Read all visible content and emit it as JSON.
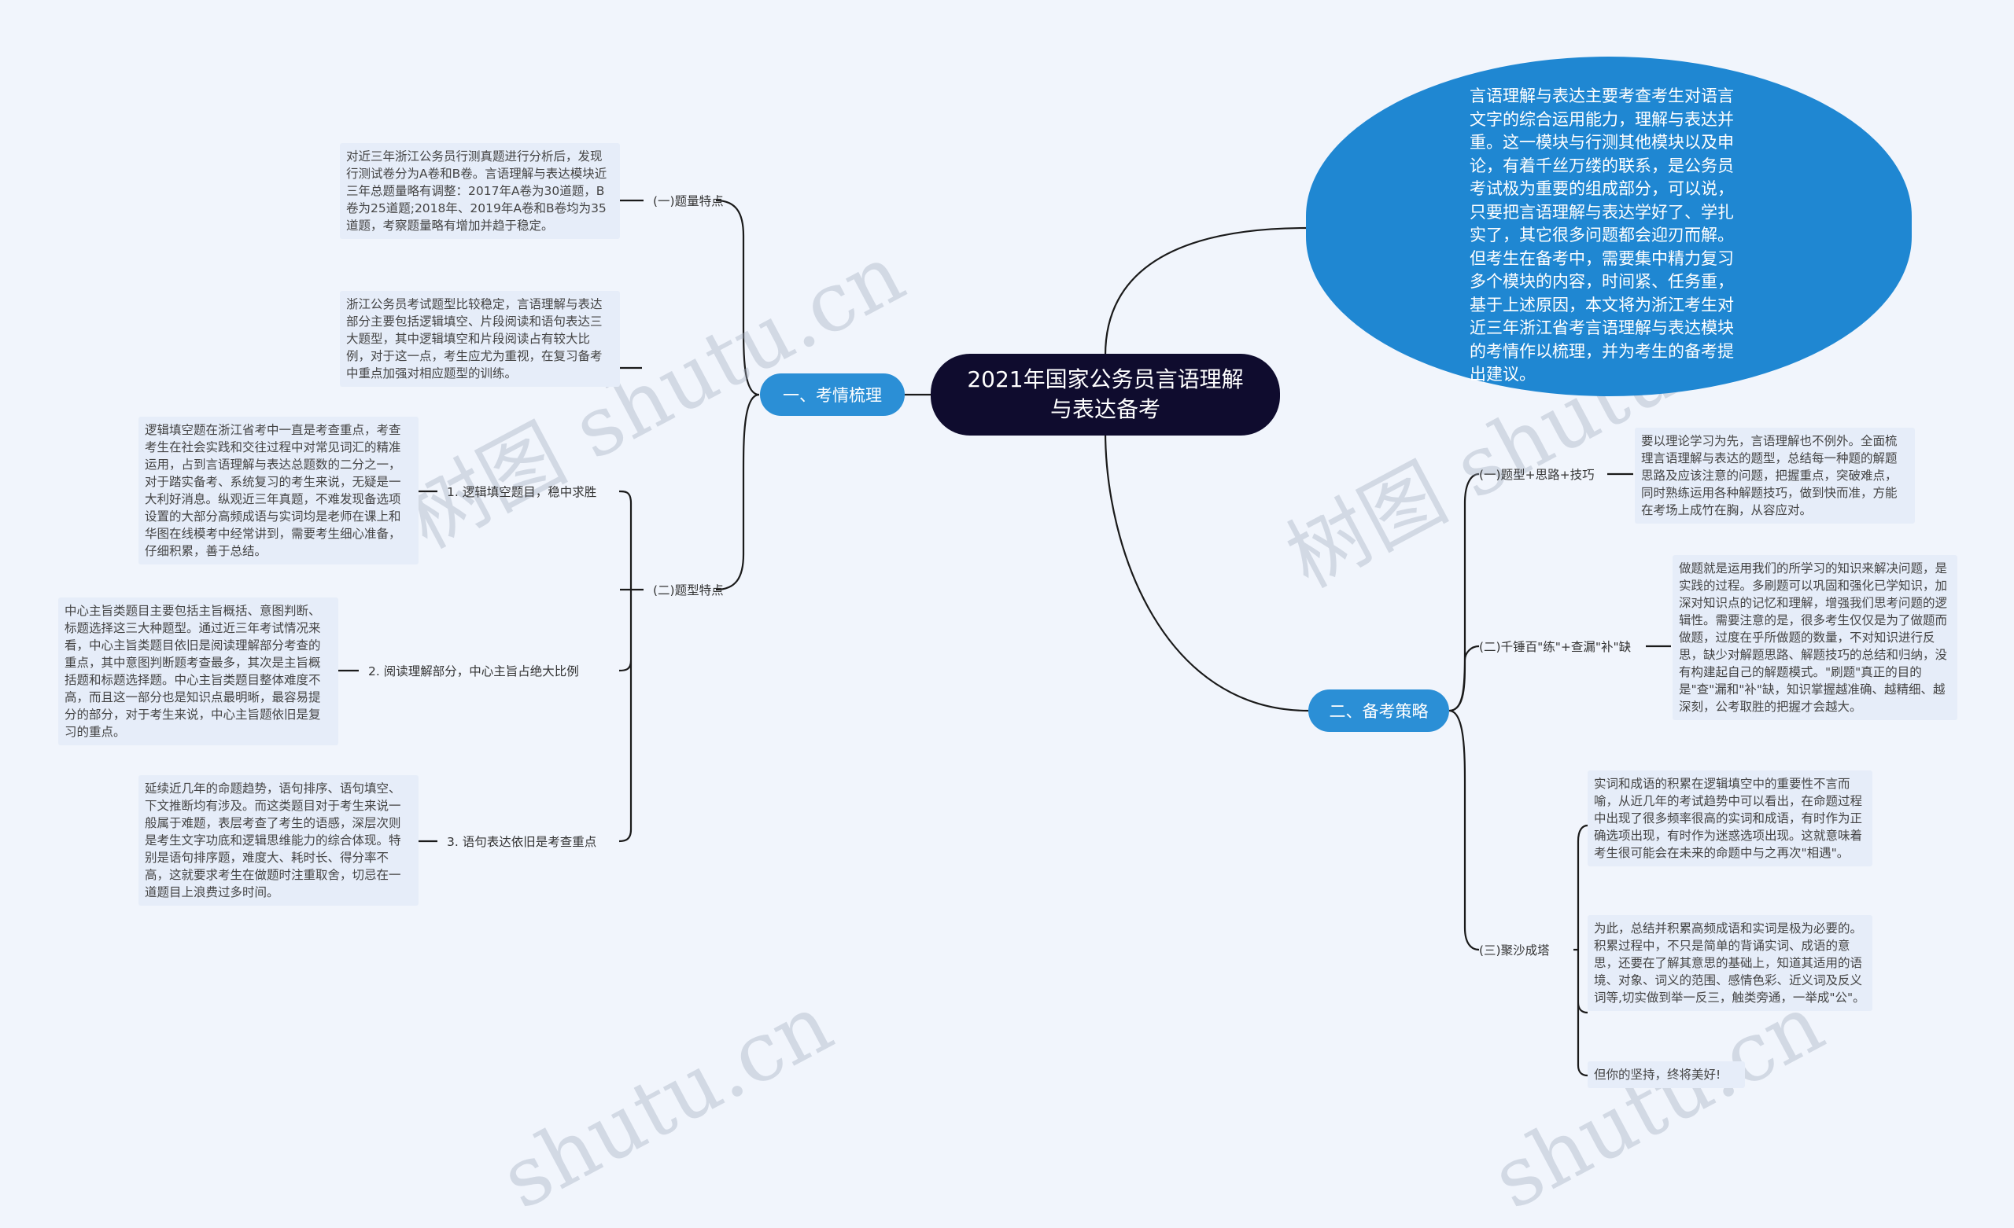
{
  "root": "2021年国家公务员言语理解与表达备考",
  "intro": "言语理解与表达主要考查考生对语言文字的综合运用能力，理解与表达并重。这一模块与行测其他模块以及申论，有着千丝万缕的联系，是公务员考试极为重要的组成部分，可以说，只要把言语理解与表达学好了、学扎实了，其它很多问题都会迎刃而解。但考生在备考中，需要集中精力复习多个模块的内容，时间紧、任务重，基于上述原因，本文将为浙江考生对近三年浙江省考言语理解与表达模块的考情作以梳理，并为考生的备考提出建议。",
  "left": {
    "label": "一、考情梳理",
    "topic1": {
      "label": "(一)题量特点",
      "text": "对近三年浙江公务员行测真题进行分析后，发现行测试卷分为A卷和B卷。言语理解与表达模块近三年总题量略有调整：2017年A卷为30道题，B卷为25道题;2018年、2019年A卷和B卷均为35道题，考察题量略有增加并趋于稳定。"
    },
    "topic2": {
      "label": "(二)题型特点",
      "text": "浙江公务员考试题型比较稳定，言语理解与表达部分主要包括逻辑填空、片段阅读和语句表达三大题型，其中逻辑填空和片段阅读占有较大比例，对于这一点，考生应尤为重视，在复习备考中重点加强对相应题型的训练。",
      "items": [
        {
          "label": "1. 逻辑填空题目，稳中求胜",
          "text": "逻辑填空题在浙江省考中一直是考查重点，考查考生在社会实践和交往过程中对常见词汇的精准运用，占到言语理解与表达总题数的二分之一，对于踏实备考、系统复习的考生来说，无疑是一大利好消息。纵观近三年真题，不难发现备选项设置的大部分高频成语与实词均是老师在课上和华图在线模考中经常讲到，需要考生细心准备，仔细积累，善于总结。"
        },
        {
          "label": "2. 阅读理解部分，中心主旨占绝大比例",
          "text": "中心主旨类题目主要包括主旨概括、意图判断、标题选择这三大种题型。通过近三年考试情况来看，中心主旨类题目依旧是阅读理解部分考查的重点，其中意图判断题考查最多，其次是主旨概括题和标题选择题。中心主旨类题目整体难度不高，而且这一部分也是知识点最明晰，最容易提分的部分，对于考生来说，中心主旨题依旧是复习的重点。"
        },
        {
          "label": "3. 语句表达依旧是考查重点",
          "text": "延续近几年的命题趋势，语句排序、语句填空、下文推断均有涉及。而这类题目对于考生来说一般属于难题，表层考查了考生的语感，深层次则是考生文字功底和逻辑思维能力的综合体现。特别是语句排序题，难度大、耗时长、得分率不高，这就要求考生在做题时注重取舍，切忌在一道题目上浪费过多时间。"
        }
      ]
    }
  },
  "right": {
    "label": "二、备考策略",
    "items": [
      {
        "label": "(一)题型+思路+技巧",
        "text": "要以理论学习为先，言语理解也不例外。全面梳理言语理解与表达的题型，总结每一种题的解题思路及应该注意的问题，把握重点，突破难点，同时熟练运用各种解题技巧，做到快而准，方能在考场上成竹在胸，从容应对。"
      },
      {
        "label": "(二)千锤百\"练\"+查漏\"补\"缺",
        "text": "做题就是运用我们的所学习的知识来解决问题，是实践的过程。多刷题可以巩固和强化已学知识，加深对知识点的记忆和理解，增强我们思考问题的逻辑性。需要注意的是，很多考生仅仅是为了做题而做题，过度在乎所做题的数量，不对知识进行反思，缺少对解题思路、解题技巧的总结和归纳，没有构建起自己的解题模式。\"刷题\"真正的目的是\"查\"漏和\"补\"缺，知识掌握越准确、越精细、越深刻，公考取胜的把握才会越大。"
      },
      {
        "label": "(三)聚沙成塔",
        "texts": [
          "实词和成语的积累在逻辑填空中的重要性不言而喻，从近几年的考试趋势中可以看出，在命题过程中出现了很多频率很高的实词和成语，有时作为正确选项出现，有时作为迷惑选项出现。这就意味着考生很可能会在未来的命题中与之再次\"相遇\"。",
          "为此，总结并积累高频成语和实词是极为必要的。积累过程中，不只是简单的背诵实词、成语的意思，还要在了解其意思的基础上，知道其适用的语境、对象、词义的范围、感情色彩、近义词及反义词等,切实做到举一反三，触类旁通，一举成\"公\"。",
          "但你的坚持，终将美好!"
        ]
      }
    ]
  },
  "watermark": [
    "树图 shutu.cn",
    "树图 shutu.cn",
    "shutu.cn",
    "shutu.cn"
  ],
  "colors": {
    "background": "#f1f5fc",
    "root": "#0f0c2e",
    "branch": "#2b8fd6",
    "card": "#e6edf9",
    "line": "#1a1a1a"
  }
}
